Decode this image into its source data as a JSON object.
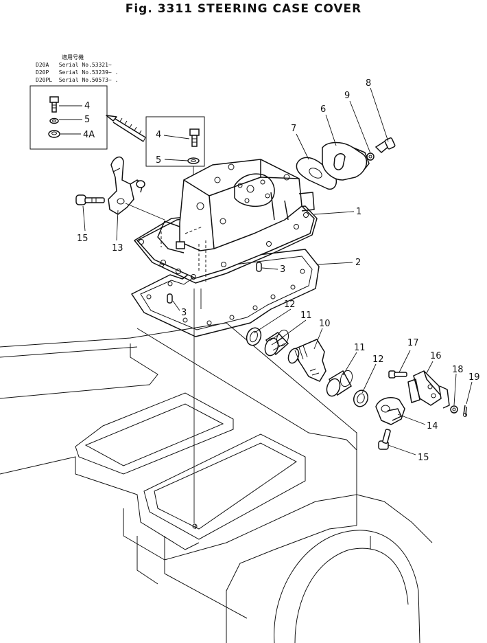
{
  "title": "Fig. 3311 STEERING CASE COVER",
  "applicability": {
    "heading": "適用号機",
    "rows": [
      {
        "model": "D20A",
        "serial": "Serial No.53321~"
      },
      {
        "model": "D20P",
        "serial": "Serial No.53239~ ."
      },
      {
        "model": "D20PL",
        "serial": "Serial No.50573~ ."
      }
    ]
  },
  "inset_left": {
    "labels": [
      "4",
      "5",
      "4A"
    ]
  },
  "inset_right": {
    "labels": [
      "4",
      "5"
    ]
  },
  "callouts": {
    "c1": "1",
    "c2": "2",
    "c3a": "3",
    "c3b": "3",
    "c6": "6",
    "c7": "7",
    "c8": "8",
    "c9": "9",
    "c10": "10",
    "c11a": "11",
    "c11b": "11",
    "c12a": "12",
    "c12b": "12",
    "c13": "13",
    "c14": "14",
    "c15a": "15",
    "c15b": "15",
    "c16": "16",
    "c17": "17",
    "c18": "18",
    "c19": "19"
  }
}
